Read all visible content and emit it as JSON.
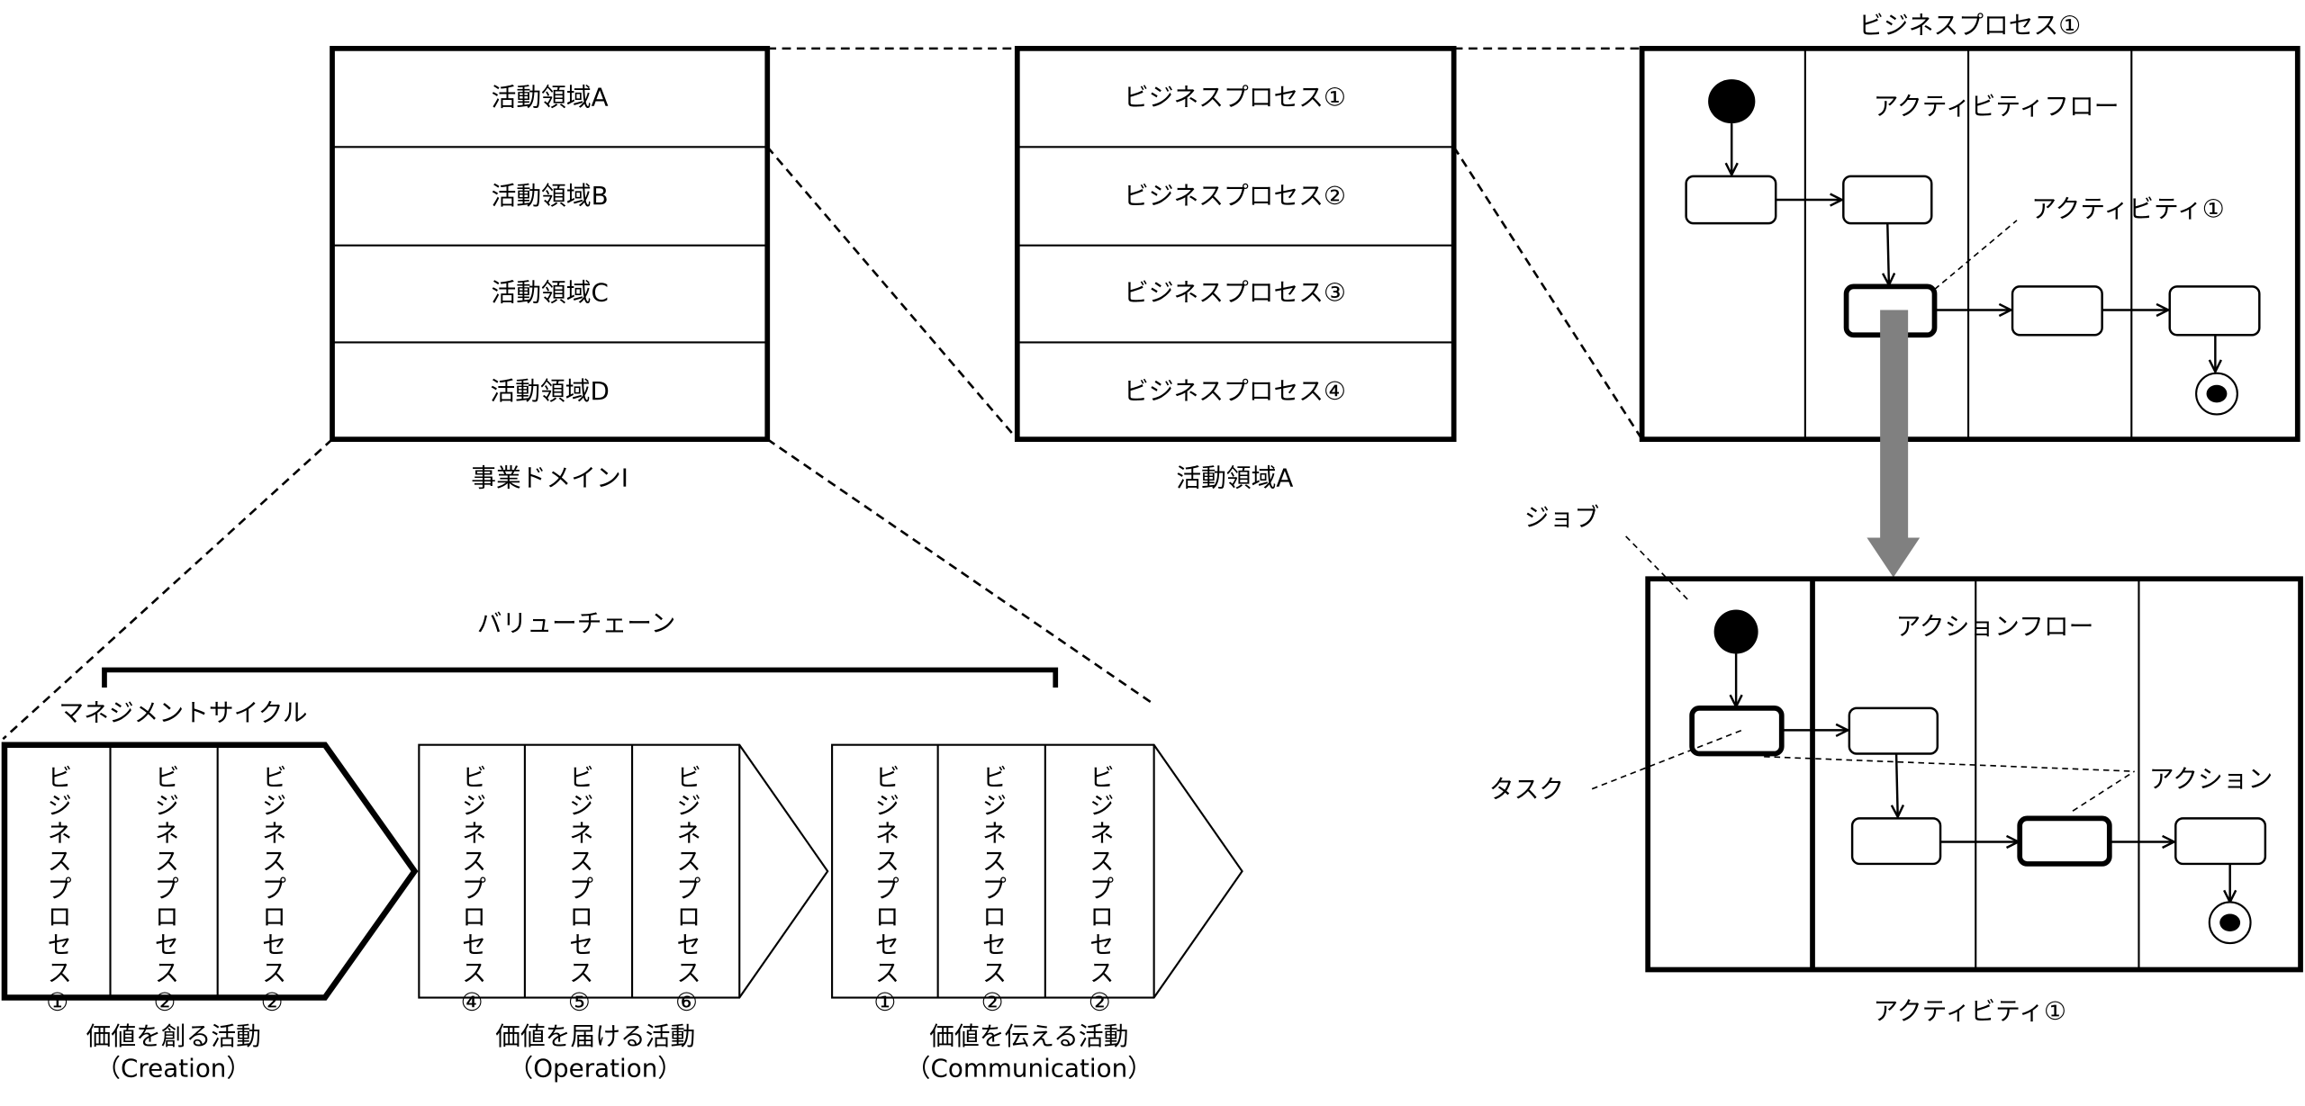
{
  "domain_box": {
    "rows": [
      "活動領域A",
      "活動領域B",
      "活動領域C",
      "活動領域D"
    ],
    "caption": "事業ドメインⅠ"
  },
  "area_box": {
    "rows": [
      "ビジネスプロセス①",
      "ビジネスプロセス②",
      "ビジネスプロセス③",
      "ビジネスプロセス④"
    ],
    "caption": "活動領域A"
  },
  "process_diagram": {
    "title": "ビジネスプロセス①",
    "flow_label": "アクティビティフロー",
    "callout": "アクティビティ①"
  },
  "activity_diagram": {
    "flow_label": "アクションフロー",
    "caption": "アクティビティ①",
    "job_label": "ジョブ",
    "task_label": "タスク",
    "action_label": "アクション"
  },
  "value_chain": {
    "title": "バリューチェーン",
    "management_label": "マネジメントサイクル",
    "groups": [
      {
        "processes": [
          "ビジネスプロセス①",
          "ビジネスプロセス②",
          "ビジネスプロセス②"
        ],
        "caption": "価値を創る活動",
        "sub": "（Creation）"
      },
      {
        "processes": [
          "ビジネスプロセス④",
          "ビジネスプロセス⑤",
          "ビジネスプロセス⑥"
        ],
        "caption": "価値を届ける活動",
        "sub": "（Operation）"
      },
      {
        "processes": [
          "ビジネスプロセス①",
          "ビジネスプロセス②",
          "ビジネスプロセス②"
        ],
        "caption": "価値を伝える活動",
        "sub": "（Communication）"
      }
    ]
  },
  "colors": {
    "line": "#000000",
    "arrow": "#808080"
  }
}
